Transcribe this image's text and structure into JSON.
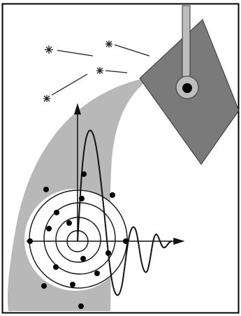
{
  "figure": {
    "description_icons": [
      "rod-icon",
      "paddle-icon",
      "pivot-icon",
      "wedge-band-icon",
      "concentric-rings-icon",
      "oscillating-wave-icon",
      "star-particle-icon"
    ],
    "colors": {
      "frame": "#000000",
      "background": "#ffffff",
      "band_fill": "#b8b8b8",
      "paddle_fill": "#7a7a7a",
      "rod_fill": "#bdbdbd",
      "stroke": "#111111",
      "dot": "#000000"
    },
    "particle_count": 4,
    "ring_count": 4,
    "dot_count": 16
  }
}
